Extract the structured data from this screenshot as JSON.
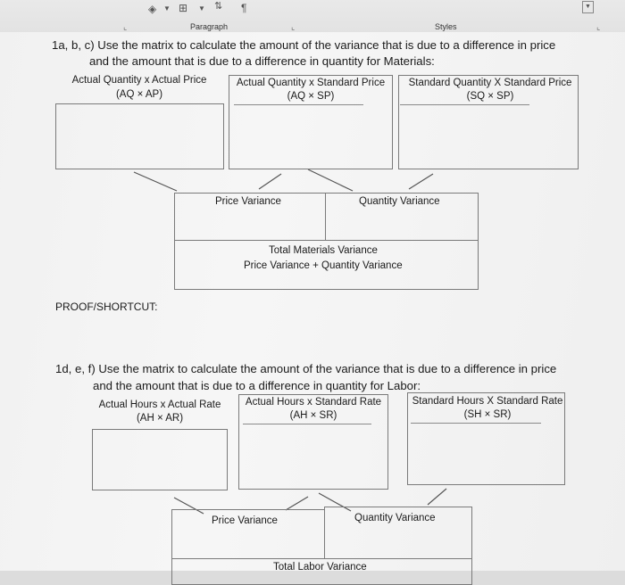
{
  "ribbon": {
    "groups": {
      "paragraph": "Paragraph",
      "styles": "Styles"
    },
    "icons": [
      "paint-bucket-icon",
      "chevron-down-icon",
      "borders-icon",
      "chevron-down-icon",
      "sort-az-icon",
      "pilcrow-icon",
      "dialog-launcher-icon",
      "scroll-down-icon"
    ]
  },
  "materials": {
    "heading_line1": "1a, b, c) Use the matrix to calculate the amount of the variance that is due to a difference in price",
    "heading_line2": "and the amount that is due to a difference in quantity for Materials:",
    "col1": {
      "title": "Actual Quantity x Actual Price",
      "formula": "(AQ × AP)"
    },
    "col2": {
      "title": "Actual Quantity x Standard Price",
      "formula": "(AQ × SP)"
    },
    "col3": {
      "title": "Standard Quantity X Standard Price",
      "formula": "(SQ × SP)"
    },
    "price_variance": "Price Variance",
    "quantity_variance": "Quantity Variance",
    "total_title": "Total Materials Variance",
    "total_formula": "Price Variance + Quantity Variance"
  },
  "proof_label": "PROOF/SHORTCUT:",
  "labor": {
    "heading_line1": "1d, e, f) Use the matrix to calculate the amount of the variance that is due to a difference in price",
    "heading_line2": "and the amount that is due to a difference in quantity for Labor:",
    "col1": {
      "title": "Actual Hours x Actual Rate",
      "formula": "(AH × AR)"
    },
    "col2": {
      "title": "Actual Hours x Standard Rate",
      "formula": "(AH × SR)"
    },
    "col3": {
      "title": "Standard Hours X Standard Rate",
      "formula": "(SH × SR)"
    },
    "price_variance": "Price Variance",
    "quantity_variance": "Quantity Variance",
    "total_title": "Total Labor Variance"
  }
}
